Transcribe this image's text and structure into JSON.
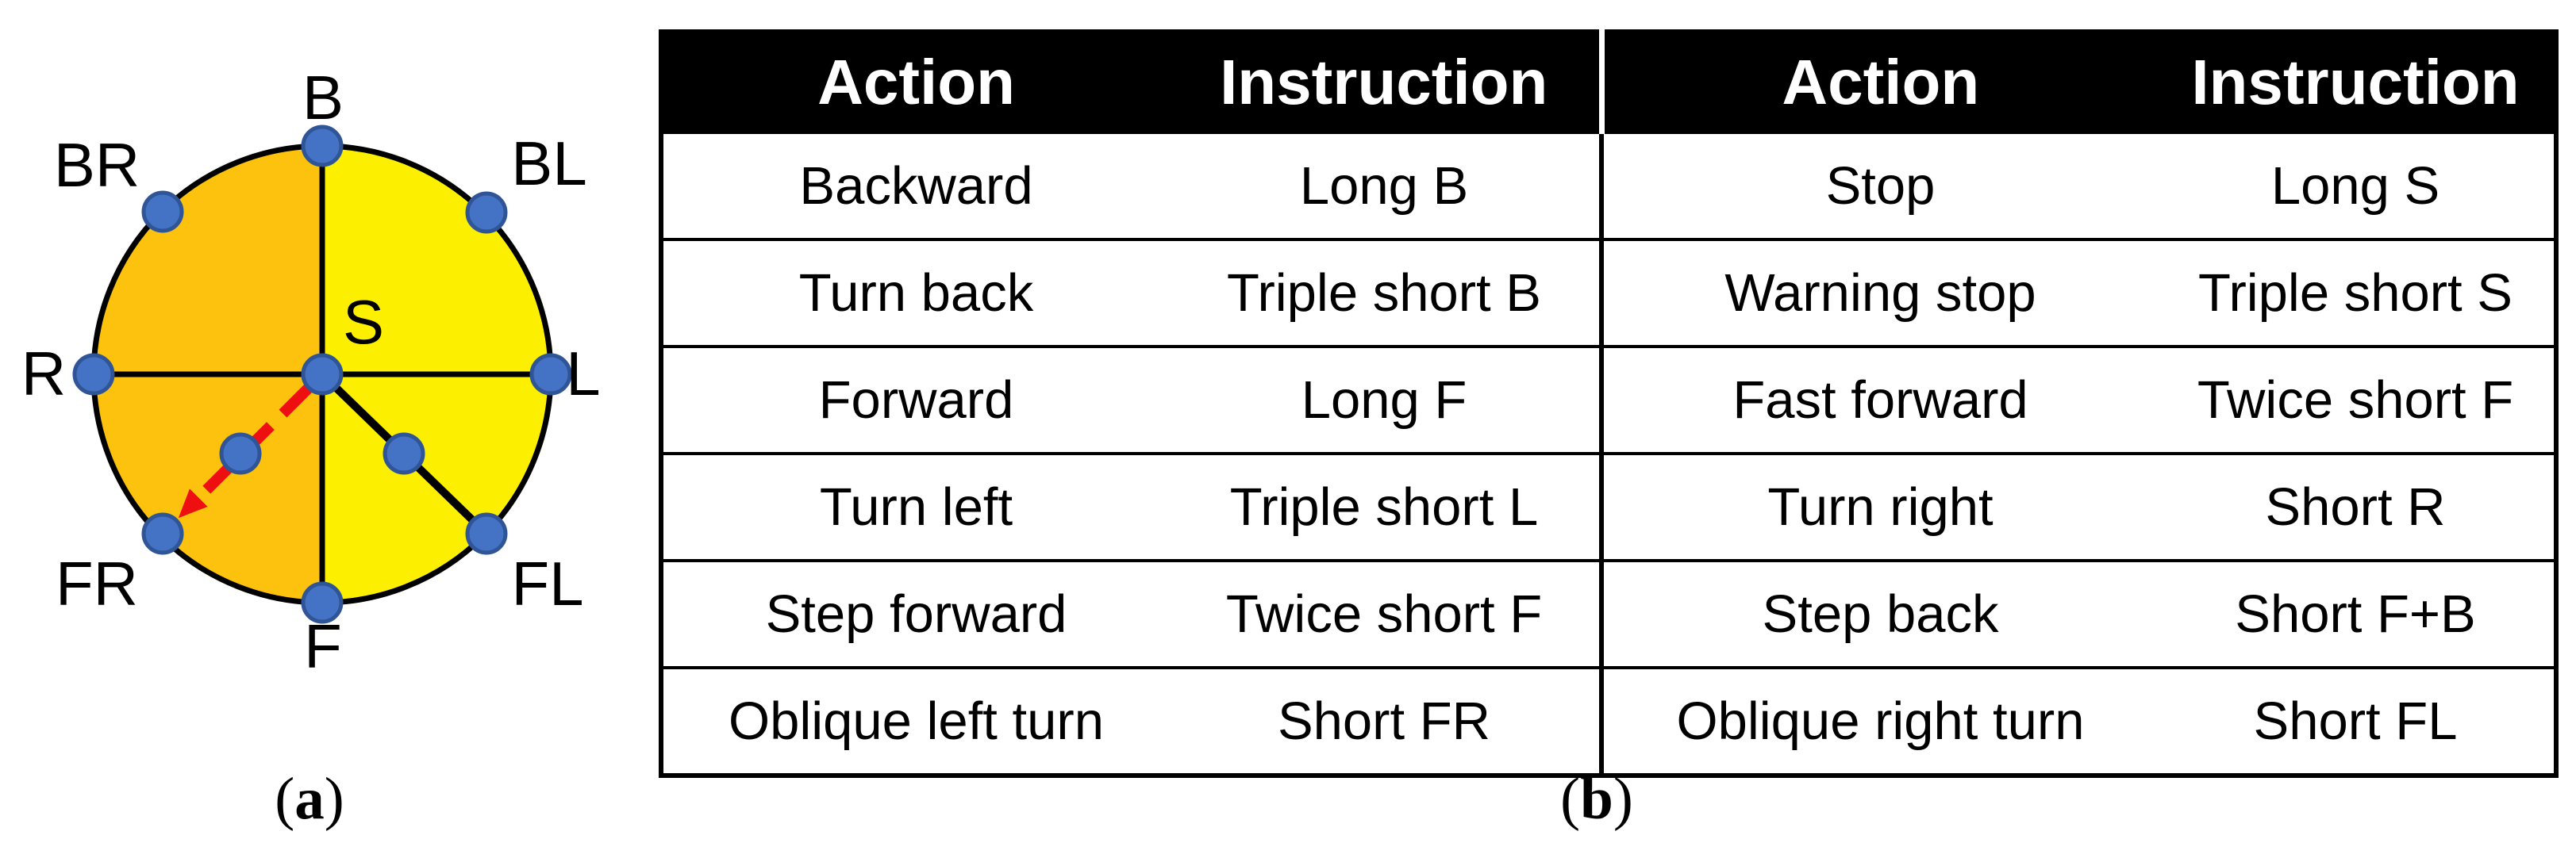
{
  "figure": {
    "panel_a": {
      "caption": {
        "open": "(",
        "letter": "a",
        "close": ")"
      },
      "labels": {
        "b": "B",
        "br": "BR",
        "bl": "BL",
        "r": "R",
        "s": "S",
        "l": "L",
        "fr": "FR",
        "f": "F",
        "fl": "FL"
      },
      "colors": {
        "left_half_orange": "#FDC20D",
        "right_half_yellow": "#FCF000",
        "dot_fill_blue": "#4472C4",
        "dot_ring_blue": "#2F5597",
        "arrow_red": "#EE1010",
        "outline_black": "#000000"
      }
    },
    "panel_b": {
      "caption": {
        "open": "(",
        "letter": "b",
        "close": ")"
      },
      "headers": [
        "Action",
        "Instruction",
        "Action",
        "Instruction"
      ],
      "rows": [
        [
          "Backward",
          "Long B",
          "Stop",
          "Long S"
        ],
        [
          "Turn back",
          "Triple short B",
          "Warning stop",
          "Triple short S"
        ],
        [
          "Forward",
          "Long F",
          "Fast forward",
          "Twice short F"
        ],
        [
          "Turn left",
          "Triple short L",
          "Turn right",
          "Short R"
        ],
        [
          "Step forward",
          "Twice short F",
          "Step back",
          "Short F+B"
        ],
        [
          "Oblique left turn",
          "Short FR",
          "Oblique right turn",
          "Short FL"
        ]
      ]
    }
  }
}
